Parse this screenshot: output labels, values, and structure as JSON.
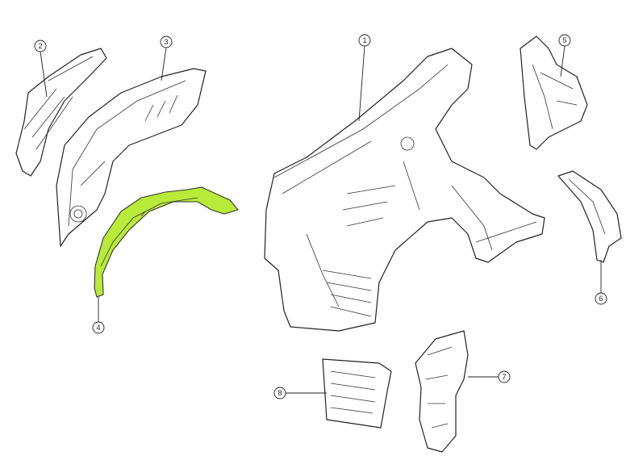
{
  "diagram": {
    "callouts": [
      {
        "id": "1",
        "label": "1"
      },
      {
        "id": "2",
        "label": "2"
      },
      {
        "id": "3",
        "label": "3"
      },
      {
        "id": "4",
        "label": "4"
      },
      {
        "id": "5",
        "label": "5"
      },
      {
        "id": "6",
        "label": "6"
      },
      {
        "id": "7",
        "label": "7"
      },
      {
        "id": "8",
        "label": "8"
      }
    ],
    "highlight_color": "#b8ea3a"
  }
}
